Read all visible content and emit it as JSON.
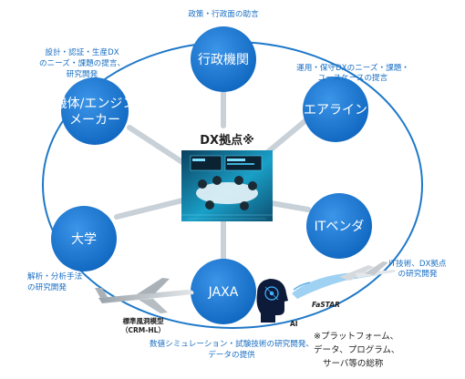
{
  "hub": {
    "title": "DX拠点※"
  },
  "nodes": {
    "gyosei": "行政機関",
    "airline": "エアライン",
    "it_vendor": "ITベンダ",
    "jaxa": "JAXA",
    "university": "大学",
    "maker_line1": "機体/エンジン",
    "maker_line2": "メーカー"
  },
  "captions": {
    "gyosei": "政策・行政面の助言",
    "airline_line1": "運用・保守DXのニーズ・課題・",
    "airline_line2": "ユースケースの提言",
    "it_line1": "IT技術、DX拠点",
    "it_line2": "の研究開発",
    "jaxa_line1": "数値シミュレーション・試験技術の研究開発、",
    "jaxa_line2": "データの提供",
    "univ_line1": "解析・分析手法",
    "univ_line2": "の研究開発",
    "maker_line1": "設計・認証・生産DX",
    "maker_line2": "のニーズ・課題の提言、",
    "maker_line3": "研究開発"
  },
  "figures": {
    "model_line1": "標準風洞模型",
    "model_line2": "（CRM-HL）",
    "ai": "AI",
    "fastar": "FaSTAR"
  },
  "note": {
    "line1": "※プラットフォーム、",
    "line2": "データ、プログラム、",
    "line3": "サーバ等の総称"
  },
  "colors": {
    "node_fill": "#1478d4",
    "caption": "#1a6fc4",
    "ring": "#1e78c8",
    "spoke": "#c8d0d8"
  }
}
